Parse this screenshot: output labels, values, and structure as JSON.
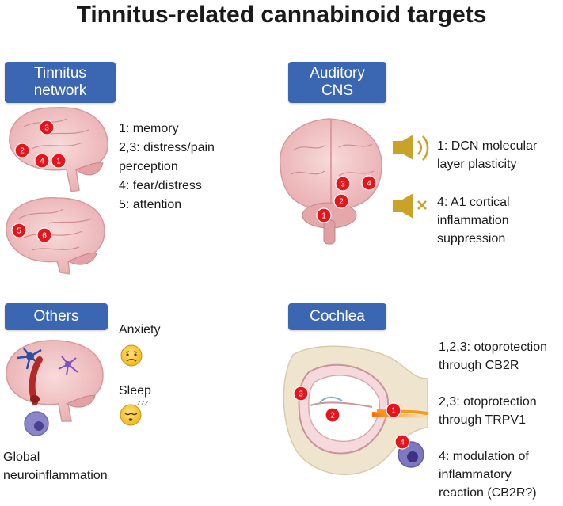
{
  "title": "Tinnitus-related cannabinoid targets",
  "sections": {
    "tinnitus_network": {
      "label_line1": "Tinnitus",
      "label_line2": "network",
      "items": [
        "1: memory",
        "2,3: distress/pain",
        "perception",
        "4: fear/distress",
        "5: attention"
      ]
    },
    "auditory_cns": {
      "label_line1": "Auditory",
      "label_line2": "CNS",
      "item1_line1": "1: DCN molecular",
      "item1_line2": "layer plasticity",
      "item2_line1": "4: A1 cortical",
      "item2_line2": "inflammation",
      "item2_line3": "suppression"
    },
    "others": {
      "label": "Others",
      "anxiety": "Anxiety",
      "sleep": "Sleep",
      "sleep_zzz": "ZZZ",
      "global_line1": "Global",
      "global_line2": "neuroinflammation"
    },
    "cochlea": {
      "label": "Cochlea",
      "items": [
        "1,2,3: otoprotection",
        "through CB2R",
        "2,3: otoprotection",
        "through TRPV1",
        "4: modulation of",
        "inflammatory",
        "reaction (CB2R?)"
      ]
    }
  },
  "badges": {
    "b1": "1",
    "b2": "2",
    "b3": "3",
    "b4": "4",
    "b5": "5",
    "b6": "6"
  },
  "colors": {
    "label_bg": "#3b66b2",
    "badge_red": "#e8141c",
    "brain_pink": "#f2c4c4",
    "speaker_gold": "#c9a227"
  }
}
